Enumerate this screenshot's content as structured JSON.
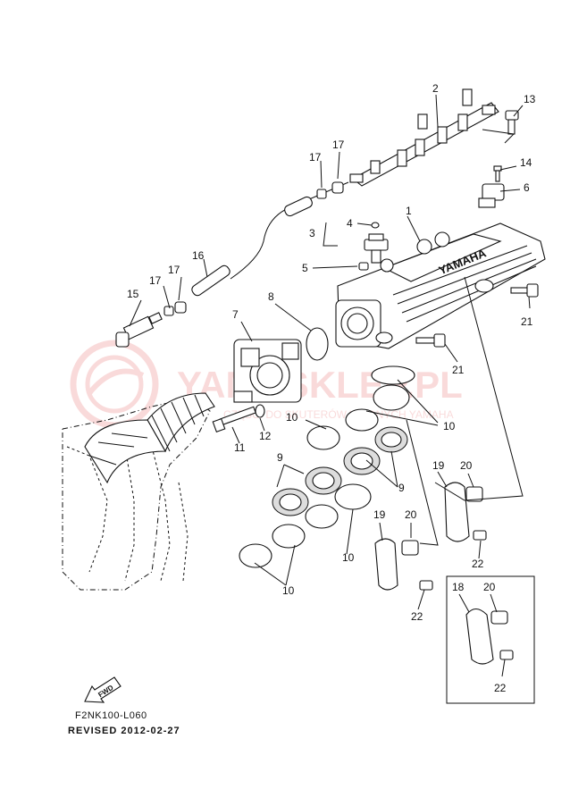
{
  "diagram": {
    "part_numbers": [
      "1",
      "2",
      "3",
      "4",
      "5",
      "6",
      "7",
      "8",
      "9",
      "10",
      "11",
      "12",
      "13",
      "14",
      "15",
      "16",
      "17",
      "18",
      "19",
      "20",
      "21",
      "22"
    ],
    "fuel_rail_brand": "YAMAHA",
    "fwd_label": "FWD",
    "drawing_code": "F2NK100-L060",
    "revised": "REVISED 2012-02-27",
    "watermark": {
      "text": "YAMASKLEP.PL",
      "subtext": "CZĘŚCI DO SKUTERÓW WODNYCH YAMAHA",
      "color": "#e03a3a"
    }
  }
}
